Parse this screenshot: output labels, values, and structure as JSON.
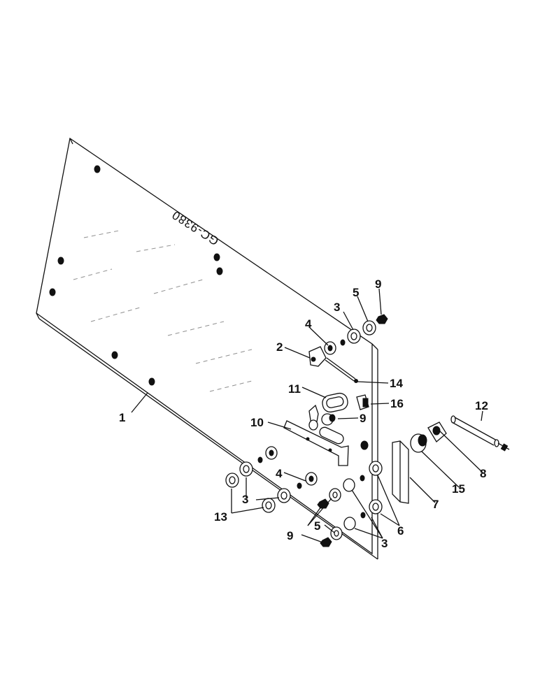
{
  "plate_code": "GC-9380",
  "callouts": {
    "n1": "1",
    "n2": "2",
    "n3a": "3",
    "n3b": "3",
    "n3c": "3",
    "n4a": "4",
    "n4b": "4",
    "n5a": "5",
    "n5b": "5",
    "n6": "6",
    "n7": "7",
    "n8": "8",
    "n9a": "9",
    "n9b": "9",
    "n9c": "9",
    "n10": "10",
    "n11": "11",
    "n12": "12",
    "n13": "13",
    "n14": "14",
    "n15": "15",
    "n16": "16"
  }
}
